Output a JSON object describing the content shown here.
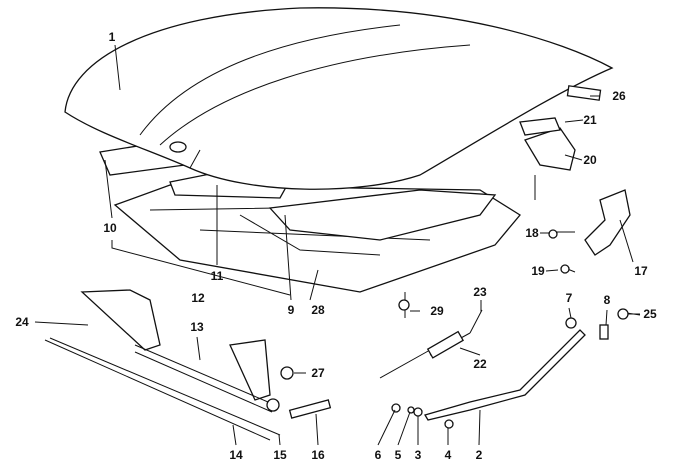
{
  "diagram": {
    "type": "exploded parts diagram - engine hood assembly",
    "callouts": [
      "1",
      "2",
      "3",
      "4",
      "5",
      "6",
      "7",
      "8",
      "9",
      "10",
      "11",
      "12",
      "13",
      "14",
      "15",
      "16",
      "17",
      "18",
      "19",
      "20",
      "21",
      "22",
      "23",
      "24",
      "25",
      "26",
      "27",
      "28",
      "29"
    ],
    "colors": {
      "line": "#111111",
      "background": "#ffffff"
    }
  }
}
